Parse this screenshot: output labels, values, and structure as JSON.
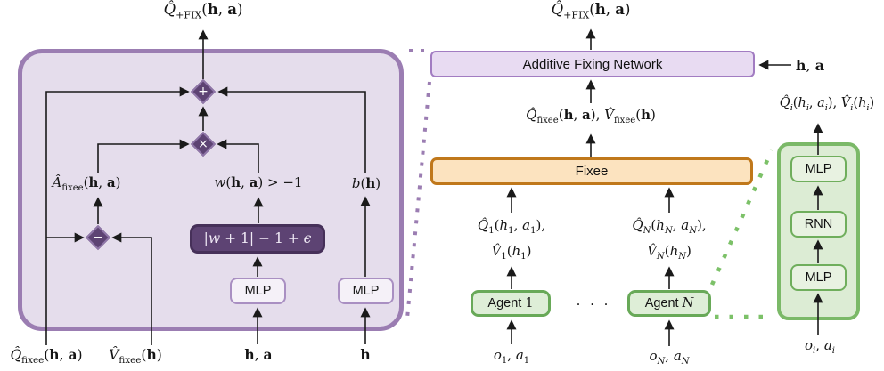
{
  "colors": {
    "panel_fill": "#e5ddec",
    "panel_border": "#9b7db2",
    "node_fill": "#5d4373",
    "node_border_light": "#8f76a8",
    "dark_box_border": "#463059",
    "mlp_fill": "#f5f1f8",
    "mlp_border": "#a98fc2",
    "afn_fill": "#e8dbf2",
    "afn_border": "#a27cc2",
    "fixee_fill": "#fce3bf",
    "fixee_border": "#c0781b",
    "agent_fill": "#deeed7",
    "agent_border": "#68a958",
    "green_panel_fill": "#dcecd4",
    "green_panel_border": "#7bb968",
    "green_box_fill": "#e8f2e1",
    "green_box_border": "#6fae5c",
    "purple_dots": "#9b7db2",
    "green_dots": "#7cc168",
    "arrow": "#1a1a1a"
  },
  "left_panel": {
    "output_label": [
      {
        "t": "Q̂",
        "s": "i"
      },
      {
        "t": "+FIX",
        "s": "rs"
      },
      {
        "t": "(",
        "s": "r"
      },
      {
        "t": "h",
        "s": "b"
      },
      {
        "t": ", ",
        "s": "r"
      },
      {
        "t": "a",
        "s": "b"
      },
      {
        "t": ")",
        "s": "r"
      }
    ],
    "plus_op": "+",
    "times_op": "×",
    "minus_op": "−",
    "weight_box_label": [
      {
        "t": "|",
        "s": "r"
      },
      {
        "t": "w",
        "s": "i"
      },
      {
        "t": " + 1| − 1 + ",
        "s": "r"
      },
      {
        "t": "ϵ",
        "s": "i"
      }
    ],
    "mlp_weight_label": "MLP",
    "mlp_bias_label": "MLP",
    "advantage_label": [
      {
        "t": "Â",
        "s": "i"
      },
      {
        "t": "fixee",
        "s": "rs"
      },
      {
        "t": "(",
        "s": "r"
      },
      {
        "t": "h",
        "s": "b"
      },
      {
        "t": ", ",
        "s": "r"
      },
      {
        "t": "a",
        "s": "b"
      },
      {
        "t": ")",
        "s": "r"
      }
    ],
    "weight_cond_label": [
      {
        "t": "w",
        "s": "i"
      },
      {
        "t": "(",
        "s": "r"
      },
      {
        "t": "h",
        "s": "b"
      },
      {
        "t": ", ",
        "s": "r"
      },
      {
        "t": "a",
        "s": "b"
      },
      {
        "t": ") > −1",
        "s": "r"
      }
    ],
    "bias_label": [
      {
        "t": "b",
        "s": "i"
      },
      {
        "t": "(",
        "s": "r"
      },
      {
        "t": "h",
        "s": "b"
      },
      {
        "t": ")",
        "s": "r"
      }
    ],
    "input_q_label": [
      {
        "t": "Q̂",
        "s": "i"
      },
      {
        "t": "fixee",
        "s": "rs"
      },
      {
        "t": "(",
        "s": "r"
      },
      {
        "t": "h",
        "s": "b"
      },
      {
        "t": ", ",
        "s": "r"
      },
      {
        "t": "a",
        "s": "b"
      },
      {
        "t": ")",
        "s": "r"
      }
    ],
    "input_v_label": [
      {
        "t": "V̂",
        "s": "i"
      },
      {
        "t": "fixee",
        "s": "rs"
      },
      {
        "t": "(",
        "s": "r"
      },
      {
        "t": "h",
        "s": "b"
      },
      {
        "t": ")",
        "s": "r"
      }
    ],
    "input_ha_label": [
      {
        "t": "h",
        "s": "b"
      },
      {
        "t": ", ",
        "s": "r"
      },
      {
        "t": "a",
        "s": "b"
      }
    ],
    "input_h_label": [
      {
        "t": "h",
        "s": "b"
      }
    ]
  },
  "overview": {
    "output_label": [
      {
        "t": "Q̂",
        "s": "i"
      },
      {
        "t": "+FIX",
        "s": "rs"
      },
      {
        "t": "(",
        "s": "r"
      },
      {
        "t": "h",
        "s": "b"
      },
      {
        "t": ", ",
        "s": "r"
      },
      {
        "t": "a",
        "s": "b"
      },
      {
        "t": ")",
        "s": "r"
      }
    ],
    "afn_label": "Additive Fixing Network",
    "afn_input_label": [
      {
        "t": "h",
        "s": "b"
      },
      {
        "t": ", ",
        "s": "r"
      },
      {
        "t": "a",
        "s": "b"
      }
    ],
    "fixee_label": "Fixee",
    "fixee_output_label": [
      {
        "t": "Q̂",
        "s": "i"
      },
      {
        "t": "fixee",
        "s": "rs"
      },
      {
        "t": "(",
        "s": "r"
      },
      {
        "t": "h",
        "s": "b"
      },
      {
        "t": ", ",
        "s": "r"
      },
      {
        "t": "a",
        "s": "b"
      },
      {
        "t": "), ",
        "s": "r"
      },
      {
        "t": "V̂",
        "s": "i"
      },
      {
        "t": "fixee",
        "s": "rs"
      },
      {
        "t": "(",
        "s": "r"
      },
      {
        "t": "h",
        "s": "b"
      },
      {
        "t": ")",
        "s": "r"
      }
    ],
    "ellipsis": ". . .",
    "agent_1": {
      "box_label": [
        {
          "t": "Agent ",
          "s": "sf"
        },
        {
          "t": "1",
          "s": "r"
        }
      ],
      "q_label": [
        {
          "t": "Q̂",
          "s": "i"
        },
        {
          "t": "1",
          "s": "rs"
        },
        {
          "t": "(",
          "s": "r"
        },
        {
          "t": "h",
          "s": "i"
        },
        {
          "t": "1",
          "s": "rs"
        },
        {
          "t": ", ",
          "s": "r"
        },
        {
          "t": "a",
          "s": "i"
        },
        {
          "t": "1",
          "s": "rs"
        },
        {
          "t": "),",
          "s": "r"
        }
      ],
      "v_label": [
        {
          "t": "V̂",
          "s": "i"
        },
        {
          "t": "1",
          "s": "rs"
        },
        {
          "t": "(",
          "s": "r"
        },
        {
          "t": "h",
          "s": "i"
        },
        {
          "t": "1",
          "s": "rs"
        },
        {
          "t": ")",
          "s": "r"
        }
      ],
      "input_label": [
        {
          "t": "o",
          "s": "i"
        },
        {
          "t": "1",
          "s": "rs"
        },
        {
          "t": ", ",
          "s": "r"
        },
        {
          "t": "a",
          "s": "i"
        },
        {
          "t": "1",
          "s": "rs"
        }
      ]
    },
    "agent_n": {
      "box_label": [
        {
          "t": "Agent ",
          "s": "sf"
        },
        {
          "t": "N",
          "s": "i"
        }
      ],
      "q_label": [
        {
          "t": "Q̂",
          "s": "i"
        },
        {
          "t": "N",
          "s": "is"
        },
        {
          "t": "(",
          "s": "r"
        },
        {
          "t": "h",
          "s": "i"
        },
        {
          "t": "N",
          "s": "is"
        },
        {
          "t": ", ",
          "s": "r"
        },
        {
          "t": "a",
          "s": "i"
        },
        {
          "t": "N",
          "s": "is"
        },
        {
          "t": "),",
          "s": "r"
        }
      ],
      "v_label": [
        {
          "t": "V̂",
          "s": "i"
        },
        {
          "t": "N",
          "s": "is"
        },
        {
          "t": "(",
          "s": "r"
        },
        {
          "t": "h",
          "s": "i"
        },
        {
          "t": "N",
          "s": "is"
        },
        {
          "t": ")",
          "s": "r"
        }
      ],
      "input_label": [
        {
          "t": "o",
          "s": "i"
        },
        {
          "t": "N",
          "s": "is"
        },
        {
          "t": ", ",
          "s": "r"
        },
        {
          "t": "a",
          "s": "i"
        },
        {
          "t": "N",
          "s": "is"
        }
      ]
    },
    "agent_detail": {
      "output_label": [
        {
          "t": "Q̂",
          "s": "i"
        },
        {
          "t": "i",
          "s": "is"
        },
        {
          "t": "(",
          "s": "r"
        },
        {
          "t": "h",
          "s": "i"
        },
        {
          "t": "i",
          "s": "is"
        },
        {
          "t": ", ",
          "s": "r"
        },
        {
          "t": "a",
          "s": "i"
        },
        {
          "t": "i",
          "s": "is"
        },
        {
          "t": "), ",
          "s": "r"
        },
        {
          "t": "V̂",
          "s": "i"
        },
        {
          "t": "i",
          "s": "is"
        },
        {
          "t": "(",
          "s": "r"
        },
        {
          "t": "h",
          "s": "i"
        },
        {
          "t": "i",
          "s": "is"
        },
        {
          "t": ")",
          "s": "r"
        }
      ],
      "mlp_top_label": "MLP",
      "rnn_label": "RNN",
      "mlp_bottom_label": "MLP",
      "input_label": [
        {
          "t": "o",
          "s": "i"
        },
        {
          "t": "i",
          "s": "is"
        },
        {
          "t": ", ",
          "s": "r"
        },
        {
          "t": "a",
          "s": "i"
        },
        {
          "t": "i",
          "s": "is"
        }
      ]
    }
  }
}
